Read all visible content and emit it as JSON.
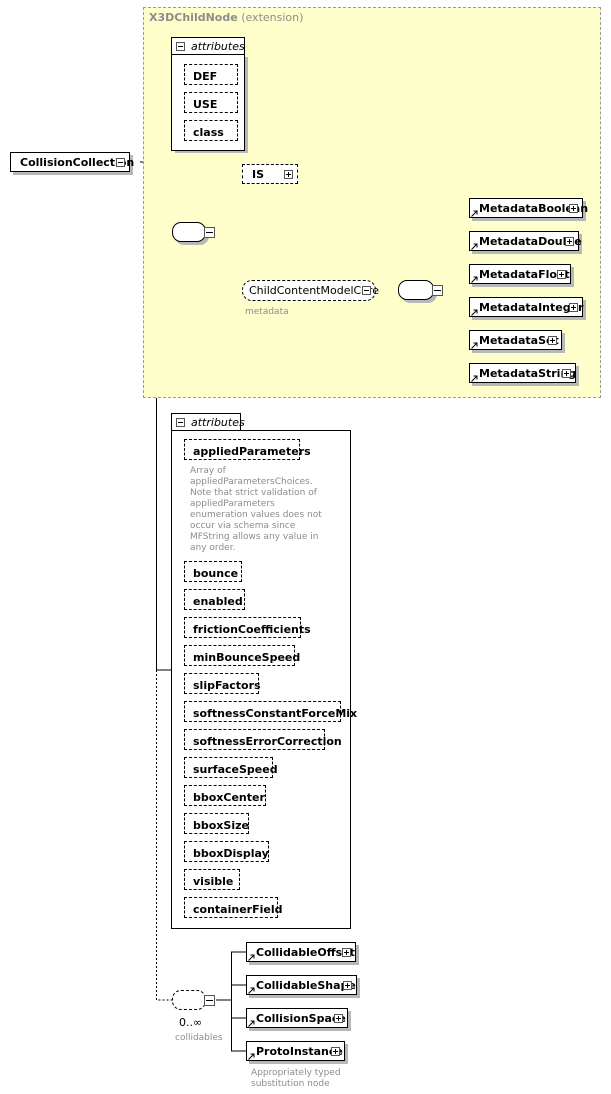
{
  "root": {
    "label": "CollisionCollection"
  },
  "extension": {
    "base": "X3DChildNode",
    "suffix": "(extension)"
  },
  "attributes_label": "attributes",
  "base_attributes": [
    "DEF",
    "USE",
    "class"
  ],
  "is_element": "IS",
  "child_group": {
    "label": "ChildContentModelCore",
    "note": "metadata"
  },
  "metadata_choices": [
    "MetadataBoolean",
    "MetadataDouble",
    "MetadataFloat",
    "MetadataInteger",
    "MetadataSet",
    "MetadataString"
  ],
  "own_attributes": {
    "first": "appliedParameters",
    "first_note": "Array of appliedParametersChoices. Note that strict validation of appliedParameters enumeration values does not occur via schema since MFString allows any value in any order.",
    "rest": [
      "bounce",
      "enabled",
      "frictionCoefficients",
      "minBounceSpeed",
      "slipFactors",
      "softnessConstantForceMix",
      "softnessErrorCorrection",
      "surfaceSpeed",
      "bboxCenter",
      "bboxSize",
      "bboxDisplay",
      "visible",
      "containerField"
    ]
  },
  "collidables": {
    "cardinality": "0..∞",
    "note": "collidables",
    "items": [
      "CollidableOffset",
      "CollidableShape",
      "CollisionSpace",
      "ProtoInstance"
    ],
    "proto_note": "Appropriately typed substitution node"
  }
}
